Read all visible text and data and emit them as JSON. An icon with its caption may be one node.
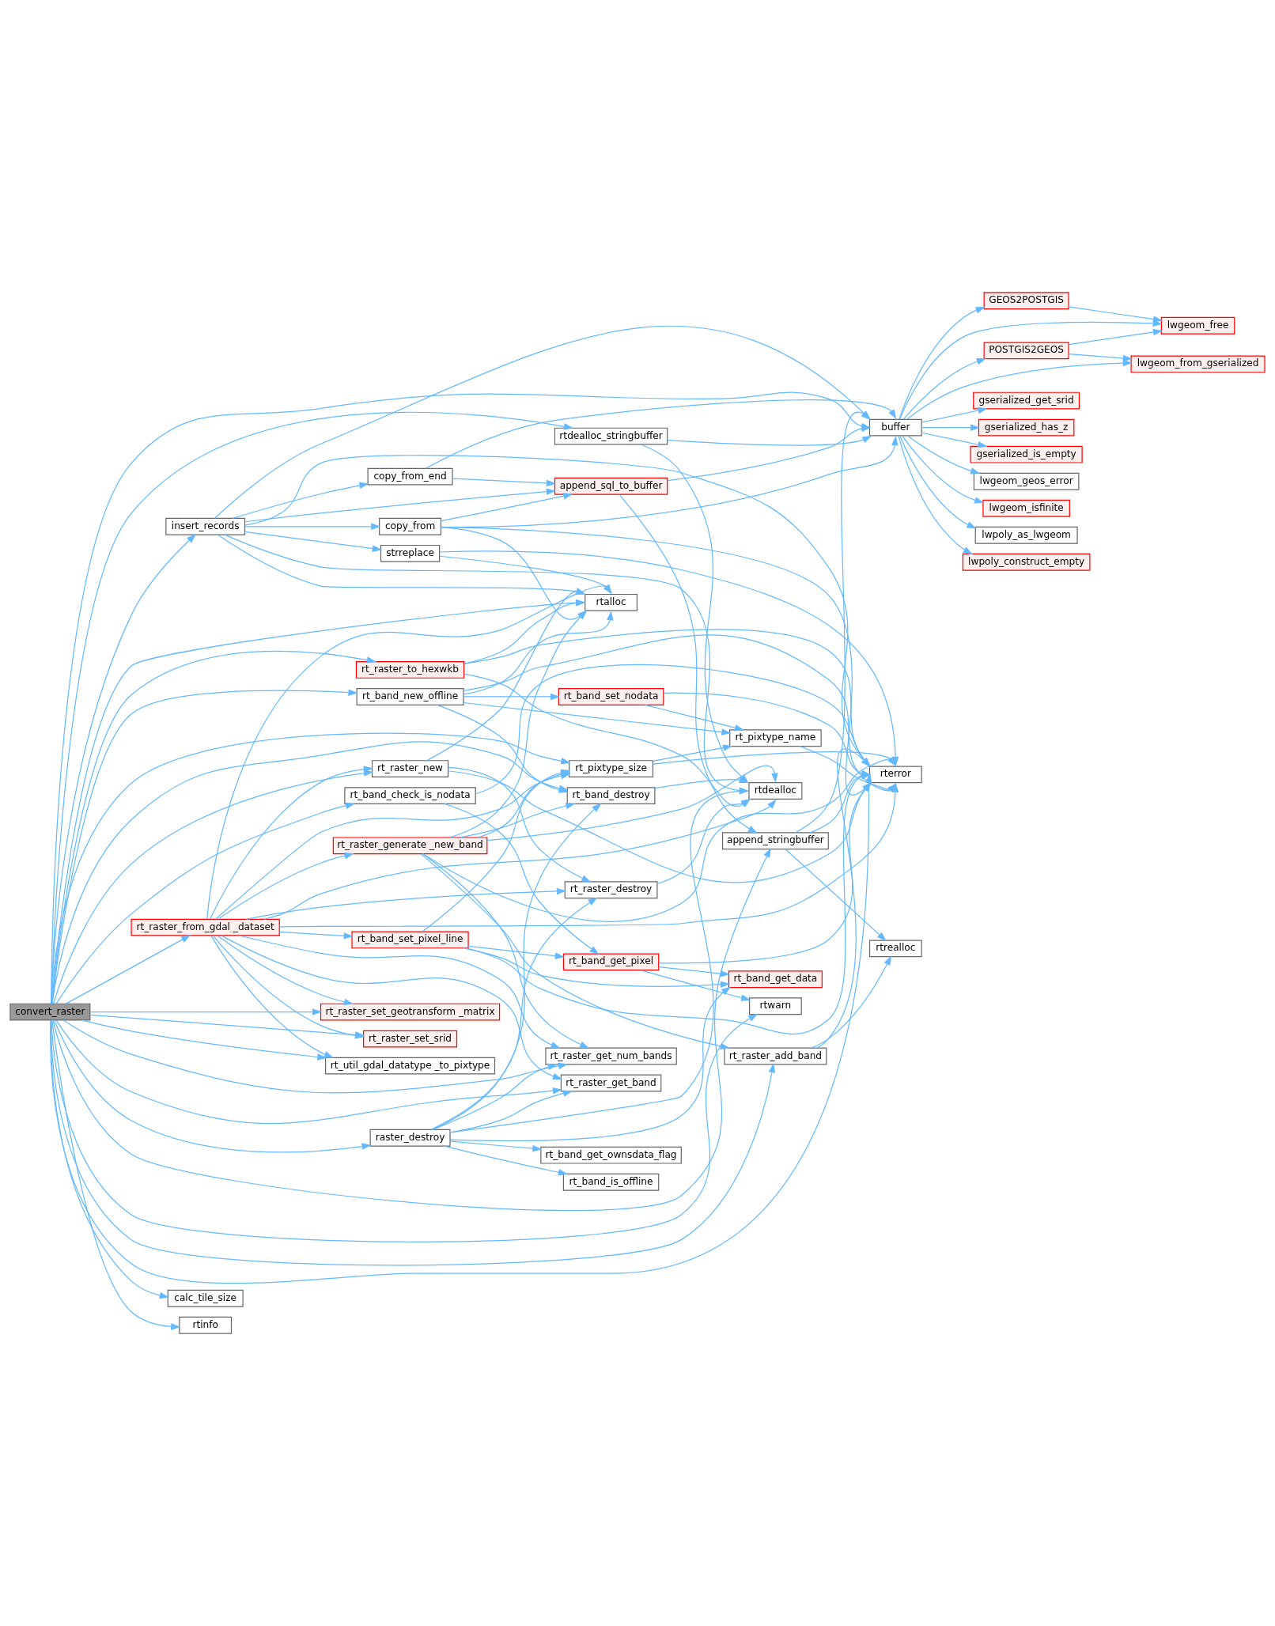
{
  "diagram": {
    "nodes": [
      {
        "text": [
          "convert_raster"
        ]
      },
      {
        "text": [
          "insert_records"
        ]
      },
      {
        "text": [
          "rt_raster_from_gdal _dataset"
        ]
      },
      {
        "text": [
          "calc_tile_size"
        ]
      },
      {
        "text": [
          "rtinfo"
        ]
      },
      {
        "text": [
          "rtdealloc_stringbuffer"
        ]
      },
      {
        "text": [
          "copy_from_end"
        ]
      },
      {
        "text": [
          "copy_from"
        ]
      },
      {
        "text": [
          "strreplace"
        ]
      },
      {
        "text": [
          "rt_band_new_offline"
        ]
      },
      {
        "text": [
          "rt_raster_to_hexwkb"
        ]
      },
      {
        "text": [
          "rt_raster_new"
        ]
      },
      {
        "text": [
          "rt_raster_generate _new_band"
        ]
      },
      {
        "text": [
          "rt_band_set_pixel_line"
        ]
      },
      {
        "text": [
          "rt_raster_set_geotransform _matrix"
        ]
      },
      {
        "text": [
          "rt_raster_set_srid"
        ]
      },
      {
        "text": [
          "rt_util_gdal_datatype _to_pixtype"
        ]
      },
      {
        "text": [
          "raster_destroy"
        ]
      },
      {
        "text": [
          "rt_band_check_is_nodata"
        ]
      },
      {
        "text": [
          "append_sql_to_buffer"
        ]
      },
      {
        "text": [
          "rt_band_set_nodata"
        ]
      },
      {
        "text": [
          "rtalloc"
        ]
      },
      {
        "text": [
          "rt_band_destroy"
        ]
      },
      {
        "text": [
          "rt_pixtype_size"
        ]
      },
      {
        "text": [
          "rt_raster_destroy"
        ]
      },
      {
        "text": [
          "rt_raster_get_num_bands"
        ]
      },
      {
        "text": [
          "rt_raster_get_band"
        ]
      },
      {
        "text": [
          "rt_band_get_pixel"
        ]
      },
      {
        "text": [
          "rt_band_get_ownsdata_flag"
        ]
      },
      {
        "text": [
          "rt_band_is_offline"
        ]
      },
      {
        "text": [
          "append_stringbuffer"
        ]
      },
      {
        "text": [
          "rt_raster_add_band"
        ]
      },
      {
        "text": [
          "rt_pixtype_name"
        ]
      },
      {
        "text": [
          "rtdealloc"
        ]
      },
      {
        "text": [
          "rt_band_get_data"
        ]
      },
      {
        "text": [
          "rtwarn"
        ]
      },
      {
        "text": [
          "buffer"
        ]
      },
      {
        "text": [
          "rtrealloc"
        ]
      },
      {
        "text": [
          "rterror"
        ]
      },
      {
        "text": [
          "GEOS2POSTGIS"
        ]
      },
      {
        "text": [
          "POSTGIS2GEOS"
        ]
      },
      {
        "text": [
          "gserialized_get_srid"
        ]
      },
      {
        "text": [
          "gserialized_has_z"
        ]
      },
      {
        "text": [
          "gserialized_is_empty"
        ]
      },
      {
        "text": [
          "lwgeom_geos_error"
        ]
      },
      {
        "text": [
          "lwgeom_isfinite"
        ]
      },
      {
        "text": [
          "lwpoly_as_lwgeom"
        ]
      },
      {
        "text": [
          "lwpoly_construct_empty"
        ]
      },
      {
        "text": [
          "lwgeom_free"
        ]
      },
      {
        "text": [
          "lwgeom_from_gserialized"
        ]
      }
    ],
    "edges": [
      {
        "from": 0,
        "to": 36,
        "arrow": "to"
      },
      {
        "from": 0,
        "to": 30,
        "arrow": "to"
      },
      {
        "from": 0,
        "to": 31,
        "arrow": "to"
      },
      {
        "from": 0,
        "to": 5,
        "arrow": "to"
      },
      {
        "from": 0,
        "to": 1,
        "arrow": "to"
      },
      {
        "from": 0,
        "to": 9,
        "arrow": "to"
      },
      {
        "from": 0,
        "to": 21,
        "arrow": "to"
      },
      {
        "from": 0,
        "to": 10,
        "arrow": "to"
      },
      {
        "from": 0,
        "to": 22,
        "arrow": "to"
      },
      {
        "from": 0,
        "to": 23,
        "arrow": "to"
      },
      {
        "from": 0,
        "to": 11,
        "arrow": "to"
      },
      {
        "from": 0,
        "to": 2,
        "arrow": "to"
      },
      {
        "from": 0,
        "to": 14,
        "arrow": "to"
      },
      {
        "from": 0,
        "to": 15,
        "arrow": "to"
      },
      {
        "from": 0,
        "to": 16,
        "arrow": "to"
      },
      {
        "from": 0,
        "to": 25,
        "arrow": "to"
      },
      {
        "from": 0,
        "to": 26,
        "arrow": "to"
      },
      {
        "from": 0,
        "to": 17,
        "arrow": "to"
      },
      {
        "from": 0,
        "to": 18,
        "arrow": "to"
      },
      {
        "from": 0,
        "to": 35,
        "arrow": "to"
      },
      {
        "from": 0,
        "to": 38,
        "arrow": "to"
      },
      {
        "from": 0,
        "to": 3,
        "arrow": "to"
      },
      {
        "from": 0,
        "to": 4,
        "arrow": "to"
      },
      {
        "from": 1,
        "to": 6,
        "arrow": "to"
      },
      {
        "from": 1,
        "to": 19,
        "arrow": "to"
      },
      {
        "from": 1,
        "to": 7,
        "arrow": "to"
      },
      {
        "from": 1,
        "to": 8,
        "arrow": "to"
      },
      {
        "from": 1,
        "to": 36,
        "arrow": "to"
      },
      {
        "from": 1,
        "to": 38,
        "arrow": "to"
      },
      {
        "from": 1,
        "to": 33,
        "arrow": "to"
      },
      {
        "from": 1,
        "to": 21,
        "arrow": "to"
      },
      {
        "from": 5,
        "to": 36,
        "arrow": "to"
      },
      {
        "from": 5,
        "to": 33,
        "arrow": "to"
      },
      {
        "from": 6,
        "to": 36,
        "arrow": "to"
      },
      {
        "from": 6,
        "to": 19,
        "arrow": "to"
      },
      {
        "from": 7,
        "to": 19,
        "arrow": "to"
      },
      {
        "from": 7,
        "to": 36,
        "arrow": "to"
      },
      {
        "from": 7,
        "to": 38,
        "arrow": "to"
      },
      {
        "from": 7,
        "to": 21,
        "arrow": "to"
      },
      {
        "from": 8,
        "to": 38,
        "arrow": "to"
      },
      {
        "from": 8,
        "to": 21,
        "arrow": "to"
      },
      {
        "from": 19,
        "to": 36,
        "arrow": "to"
      },
      {
        "from": 19,
        "to": 30,
        "arrow": "to"
      },
      {
        "from": 9,
        "to": 20,
        "arrow": "to"
      },
      {
        "from": 9,
        "to": 21,
        "arrow": "to"
      },
      {
        "from": 9,
        "to": 22,
        "arrow": "to"
      },
      {
        "from": 9,
        "to": 32,
        "arrow": "to"
      },
      {
        "from": 9,
        "to": 38,
        "arrow": "to"
      },
      {
        "from": 20,
        "to": 32,
        "arrow": "to"
      },
      {
        "from": 20,
        "to": 38,
        "arrow": "to"
      },
      {
        "from": 10,
        "to": 21,
        "arrow": "to"
      },
      {
        "from": 10,
        "to": 38,
        "arrow": "to"
      },
      {
        "from": 10,
        "to": 33,
        "arrow": "to"
      },
      {
        "from": 11,
        "to": 21,
        "arrow": "to"
      },
      {
        "from": 11,
        "to": 38,
        "arrow": "to"
      },
      {
        "from": 11,
        "to": 24,
        "arrow": "to"
      },
      {
        "from": 12,
        "to": 21,
        "arrow": "to"
      },
      {
        "from": 12,
        "to": 31,
        "arrow": "to"
      },
      {
        "from": 12,
        "to": 22,
        "arrow": "to"
      },
      {
        "from": 12,
        "to": 33,
        "arrow": "to"
      },
      {
        "from": 12,
        "to": 23,
        "arrow": "to"
      },
      {
        "from": 12,
        "to": 38,
        "arrow": "to"
      },
      {
        "from": 12,
        "to": 25,
        "arrow": "to"
      },
      {
        "from": 2,
        "to": 21,
        "arrow": "to"
      },
      {
        "from": 2,
        "to": 11,
        "arrow": "to"
      },
      {
        "from": 2,
        "to": 12,
        "arrow": "to"
      },
      {
        "from": 2,
        "to": 23,
        "arrow": "to"
      },
      {
        "from": 2,
        "to": 33,
        "arrow": "to"
      },
      {
        "from": 2,
        "to": 24,
        "arrow": "to"
      },
      {
        "from": 2,
        "to": 38,
        "arrow": "to"
      },
      {
        "from": 2,
        "to": 13,
        "arrow": "to"
      },
      {
        "from": 2,
        "to": 14,
        "arrow": "to"
      },
      {
        "from": 2,
        "to": 15,
        "arrow": "to"
      },
      {
        "from": 2,
        "to": 16,
        "arrow": "to"
      },
      {
        "from": 2,
        "to": 25,
        "arrow": "to"
      },
      {
        "from": 2,
        "to": 26,
        "arrow": "to"
      },
      {
        "from": 13,
        "to": 23,
        "arrow": "to"
      },
      {
        "from": 13,
        "to": 38,
        "arrow": "to"
      },
      {
        "from": 13,
        "to": 34,
        "arrow": "to"
      },
      {
        "from": 13,
        "to": 27,
        "arrow": "to"
      },
      {
        "from": 17,
        "to": 25,
        "arrow": "to"
      },
      {
        "from": 17,
        "to": 26,
        "arrow": "to"
      },
      {
        "from": 17,
        "to": 22,
        "arrow": "to"
      },
      {
        "from": 17,
        "to": 24,
        "arrow": "to"
      },
      {
        "from": 17,
        "to": 28,
        "arrow": "to"
      },
      {
        "from": 17,
        "to": 29,
        "arrow": "to"
      },
      {
        "from": 17,
        "to": 34,
        "arrow": "to"
      },
      {
        "from": 17,
        "to": 33,
        "arrow": "to"
      },
      {
        "from": 18,
        "to": 27,
        "arrow": "to"
      },
      {
        "from": 18,
        "to": 38,
        "arrow": "to"
      },
      {
        "from": 27,
        "to": 34,
        "arrow": "to"
      },
      {
        "from": 27,
        "to": 35,
        "arrow": "to"
      },
      {
        "from": 27,
        "to": 38,
        "arrow": "to"
      },
      {
        "from": 22,
        "to": 33,
        "arrow": "to"
      },
      {
        "from": 23,
        "to": 32,
        "arrow": "to"
      },
      {
        "from": 23,
        "to": 38,
        "arrow": "to"
      },
      {
        "from": 24,
        "to": 33,
        "arrow": "to"
      },
      {
        "from": 32,
        "to": 38,
        "arrow": "to"
      },
      {
        "from": 30,
        "to": 36,
        "arrow": "to"
      },
      {
        "from": 30,
        "to": 37,
        "arrow": "to"
      },
      {
        "from": 30,
        "to": 38,
        "arrow": "to"
      },
      {
        "from": 31,
        "to": 37,
        "arrow": "to"
      },
      {
        "from": 31,
        "to": 38,
        "arrow": "to"
      },
      {
        "from": 36,
        "to": 39,
        "arrow": "to"
      },
      {
        "from": 36,
        "to": 48,
        "arrow": "to"
      },
      {
        "from": 36,
        "to": 40,
        "arrow": "to"
      },
      {
        "from": 36,
        "to": 49,
        "arrow": "to"
      },
      {
        "from": 36,
        "to": 41,
        "arrow": "to"
      },
      {
        "from": 36,
        "to": 42,
        "arrow": "to"
      },
      {
        "from": 36,
        "to": 43,
        "arrow": "to"
      },
      {
        "from": 36,
        "to": 44,
        "arrow": "to"
      },
      {
        "from": 36,
        "to": 45,
        "arrow": "to"
      },
      {
        "from": 36,
        "to": 46,
        "arrow": "to"
      },
      {
        "from": 36,
        "to": 47,
        "arrow": "to"
      },
      {
        "from": 39,
        "to": 48,
        "arrow": "to"
      },
      {
        "from": 40,
        "to": 48,
        "arrow": "to"
      },
      {
        "from": 40,
        "to": 49,
        "arrow": "to"
      }
    ]
  }
}
